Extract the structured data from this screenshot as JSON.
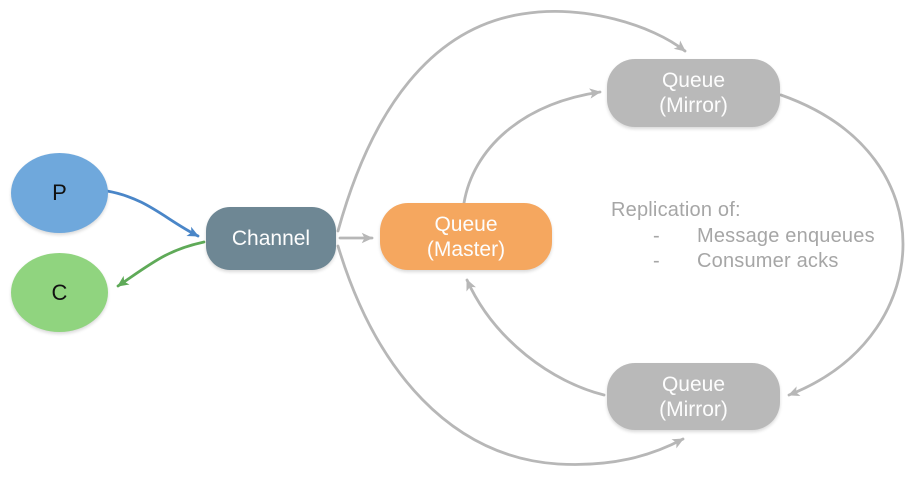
{
  "nodes": {
    "producer": {
      "label": "P"
    },
    "consumer": {
      "label": "C"
    },
    "channel": {
      "label": "Channel"
    },
    "queue_master": {
      "label": "Queue\n(Master)"
    },
    "queue_mirror_top": {
      "label": "Queue\n(Mirror)"
    },
    "queue_mirror_bottom": {
      "label": "Queue\n(Mirror)"
    }
  },
  "annotation": {
    "title": "Replication of:",
    "bullet": "-",
    "items": [
      "Message enqueues",
      "Consumer acks"
    ]
  },
  "edges": [
    "producer -> channel",
    "channel -> consumer",
    "channel -> queue_master",
    "channel -> queue_mirror_top",
    "channel -> queue_mirror_bottom",
    "queue_master -> queue_mirror_top",
    "queue_mirror_top -> queue_mirror_bottom",
    "queue_mirror_bottom -> queue_master"
  ],
  "colors": {
    "background": "#ffffff",
    "producer-fill": "#6fa8dc",
    "consumer-fill": "#90d47f",
    "channel-fill": "#6e8794",
    "master-fill": "#f5a75f",
    "mirror-fill": "#b9b9b9",
    "node-text": "#fdfdfd",
    "pc-text": "#111111",
    "arrow-gray": "#b7b7b7",
    "arrow-blue": "#4a86c8",
    "arrow-green": "#5faa58",
    "annotation-text": "#a6a6a6"
  }
}
